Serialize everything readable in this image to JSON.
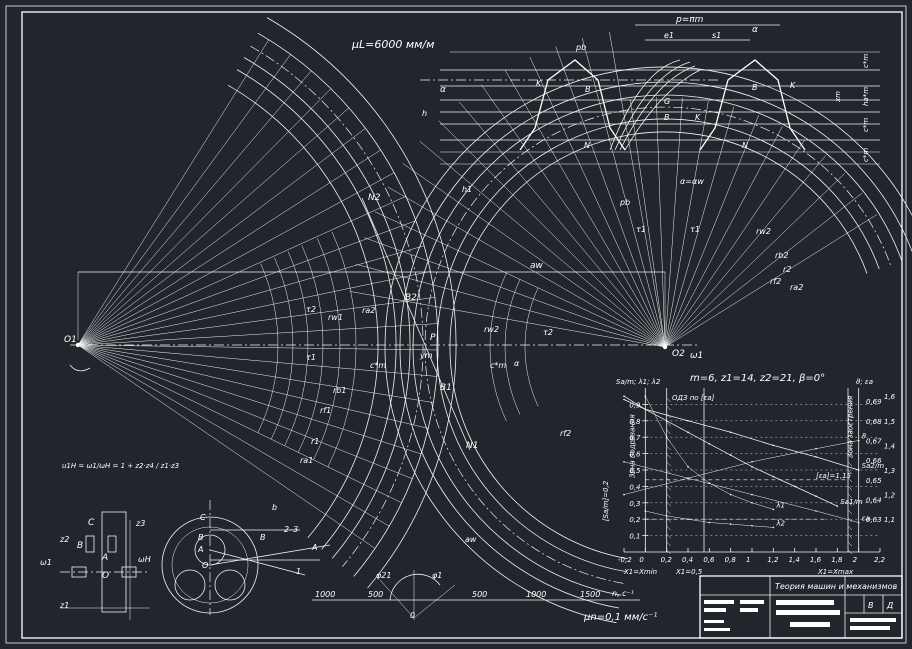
{
  "scale_top": "μL=6000 мм/м",
  "scale_bottom": "μn=0,1 мм/с⁻¹",
  "params": "m=6,  z1=14,  z2=21,  β=0°",
  "title_block": {
    "title": "Теория машин и механизмов",
    "cell1": "В",
    "cell2": "Д"
  },
  "gear_labels": {
    "O1": "O1",
    "O2": "O2",
    "omega1": "ω1",
    "aw": "aw",
    "P": "P",
    "pitch": "p=πm",
    "alpha": "α",
    "alpha_tw": "α=αw",
    "tau1": "τ1",
    "tau2": "τ2",
    "r1": "r1",
    "rb1": "rb1",
    "ra1": "ra1",
    "rf1": "rf1",
    "r2": "r2",
    "rb2": "rb2",
    "ra2": "ra2",
    "rf2": "rf2",
    "rw1": "rw1",
    "rw2": "rw2",
    "h1": "h1",
    "h": "h",
    "N1": "N1",
    "N2": "N2",
    "K": "K",
    "B1": "B1",
    "B2": "B2",
    "G": "G",
    "B": "B",
    "N": "N",
    "ym": "ym",
    "cm": "c*m",
    "xm": "xm",
    "ham": "ha*m",
    "e1": "e1",
    "s1": "s1",
    "pb": "pb"
  },
  "planetary_labels": {
    "C": "C",
    "B": "B",
    "A": "A",
    "O": "O",
    "z1": "z1",
    "z2": "z2",
    "z3": "z3",
    "omega1": "ω1",
    "omegaH": "ωH",
    "line1": "1",
    "line23": "2–3",
    "lineB": "B",
    "lineb": "b"
  },
  "gear_ratio_formula": "u1H = ω1/ωH = 1 + z2·z4 / z1·z3",
  "speed_axis": {
    "ticks_left": [
      "1000",
      "500",
      "0"
    ],
    "ticks_right": [
      "500",
      "1000",
      "1500"
    ],
    "unit": "n, с⁻¹",
    "labels": [
      "φ21",
      "φ1"
    ]
  },
  "chart_data": {
    "type": "line",
    "x_ticks": [
      "-0,2",
      "0",
      "0,2",
      "0,4",
      "0,6",
      "0,8",
      "1",
      "1,2",
      "1,4",
      "1,6",
      "1,8",
      "2",
      "2,2"
    ],
    "y_left_ticks": [
      "0,1",
      "0,2",
      "0,3",
      "0,4",
      "0,5",
      "0,6",
      "0,7",
      "0,8",
      "0,9"
    ],
    "y_right_ticks": [
      "0,63",
      "0,64",
      "0,65",
      "0,66",
      "0,67",
      "0,68",
      "0,69"
    ],
    "y_right2_ticks": [
      "1,1",
      "1,2",
      "1,3",
      "1,4",
      "1,5",
      "1,6"
    ],
    "y_left_label": "Sa/m; λ1; λ2",
    "y_right_label": "ϑ; εa",
    "ylim_left": [
      0,
      1
    ],
    "xlim": [
      -0.2,
      2.2
    ],
    "zone_left": "Зона подрезания",
    "zone_right": "Зона заострения",
    "zone_top": "ОДЗ по [εa]",
    "epsilon_line": "[εa]=1,15",
    "sa_allowed": "[Sa/m]=0,2",
    "x_min_label": "X1=Xmin",
    "x_05_label": "X1=0,5",
    "x_max_label": "X1=Xmax",
    "series": [
      {
        "name": "Sa1/m",
        "x": [
          -0.2,
          0,
          0.2,
          0.4,
          0.6,
          0.8,
          1.0,
          1.2,
          1.4,
          1.6,
          1.8
        ],
        "values": [
          0.93,
          0.87,
          0.8,
          0.73,
          0.66,
          0.59,
          0.52,
          0.46,
          0.4,
          0.34,
          0.28
        ]
      },
      {
        "name": "Sa2/m",
        "x": [
          -0.2,
          0,
          0.4,
          0.8,
          1.2,
          1.6,
          2.0
        ],
        "values": [
          0.95,
          0.87,
          0.8,
          0.73,
          0.65,
          0.58,
          0.5
        ]
      },
      {
        "name": "λ1",
        "x": [
          0,
          0.2,
          0.4,
          0.6,
          0.8,
          1.0,
          1.2
        ],
        "values": [
          0.95,
          0.7,
          0.52,
          0.42,
          0.35,
          0.3,
          0.26
        ]
      },
      {
        "name": "λ2",
        "x": [
          0,
          0.2,
          0.4,
          0.6,
          0.8,
          1.0,
          1.2
        ],
        "values": [
          0.25,
          0.22,
          0.2,
          0.18,
          0.17,
          0.16,
          0.15
        ]
      },
      {
        "name": "ϑ",
        "x": [
          -0.2,
          0.4,
          1.0,
          1.6,
          2.0
        ],
        "values": [
          0.35,
          0.45,
          0.55,
          0.63,
          0.68
        ]
      },
      {
        "name": "εa",
        "x": [
          -0.2,
          0.4,
          1.0,
          1.6,
          2.0
        ],
        "values": [
          0.55,
          0.45,
          0.35,
          0.25,
          0.18
        ]
      }
    ]
  }
}
